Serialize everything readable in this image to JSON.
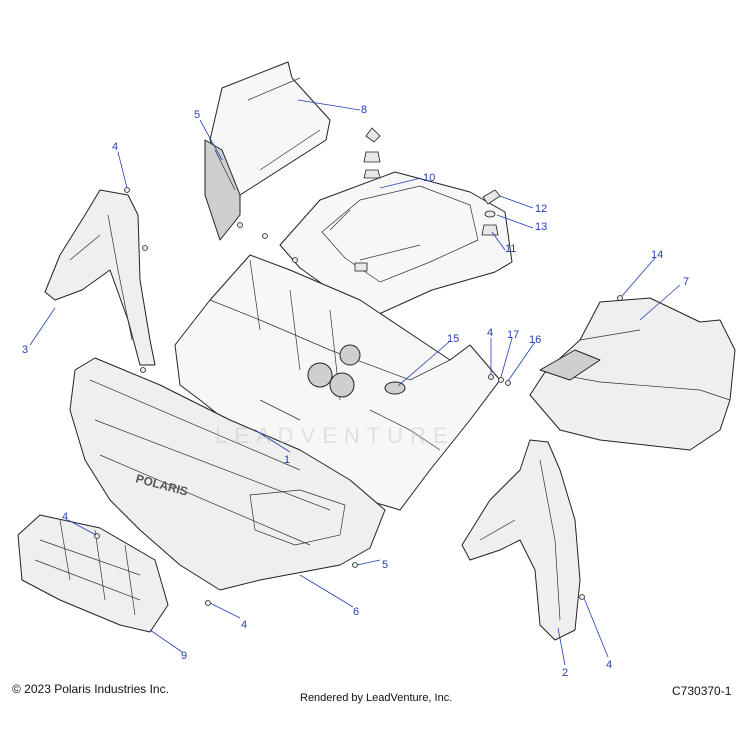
{
  "callouts": [
    {
      "id": "c1",
      "label": "1"
    },
    {
      "id": "c2",
      "label": "2"
    },
    {
      "id": "c3",
      "label": "3"
    },
    {
      "id": "c4a",
      "label": "4"
    },
    {
      "id": "c4b",
      "label": "4"
    },
    {
      "id": "c4c",
      "label": "4"
    },
    {
      "id": "c4d",
      "label": "4"
    },
    {
      "id": "c4e",
      "label": "4"
    },
    {
      "id": "c5a",
      "label": "5"
    },
    {
      "id": "c5b",
      "label": "5"
    },
    {
      "id": "c6",
      "label": "6"
    },
    {
      "id": "c7",
      "label": "7"
    },
    {
      "id": "c8",
      "label": "8"
    },
    {
      "id": "c9",
      "label": "9"
    },
    {
      "id": "c10",
      "label": "10"
    },
    {
      "id": "c11",
      "label": "11"
    },
    {
      "id": "c12",
      "label": "12"
    },
    {
      "id": "c13",
      "label": "13"
    },
    {
      "id": "c14",
      "label": "14"
    },
    {
      "id": "c15",
      "label": "15"
    },
    {
      "id": "c16",
      "label": "16"
    },
    {
      "id": "c17",
      "label": "17"
    }
  ],
  "grille_logo": "POLARIS",
  "watermark": "LEADVENTURE",
  "footer": {
    "copyright": "© 2023 Polaris Industries Inc.",
    "rendered_by": "Rendered by LeadVenture, Inc.",
    "figure_code": "C730370-1"
  },
  "colors": {
    "callout": "#1f3fb5",
    "line": "#222222",
    "part_fill": "#efefef"
  }
}
